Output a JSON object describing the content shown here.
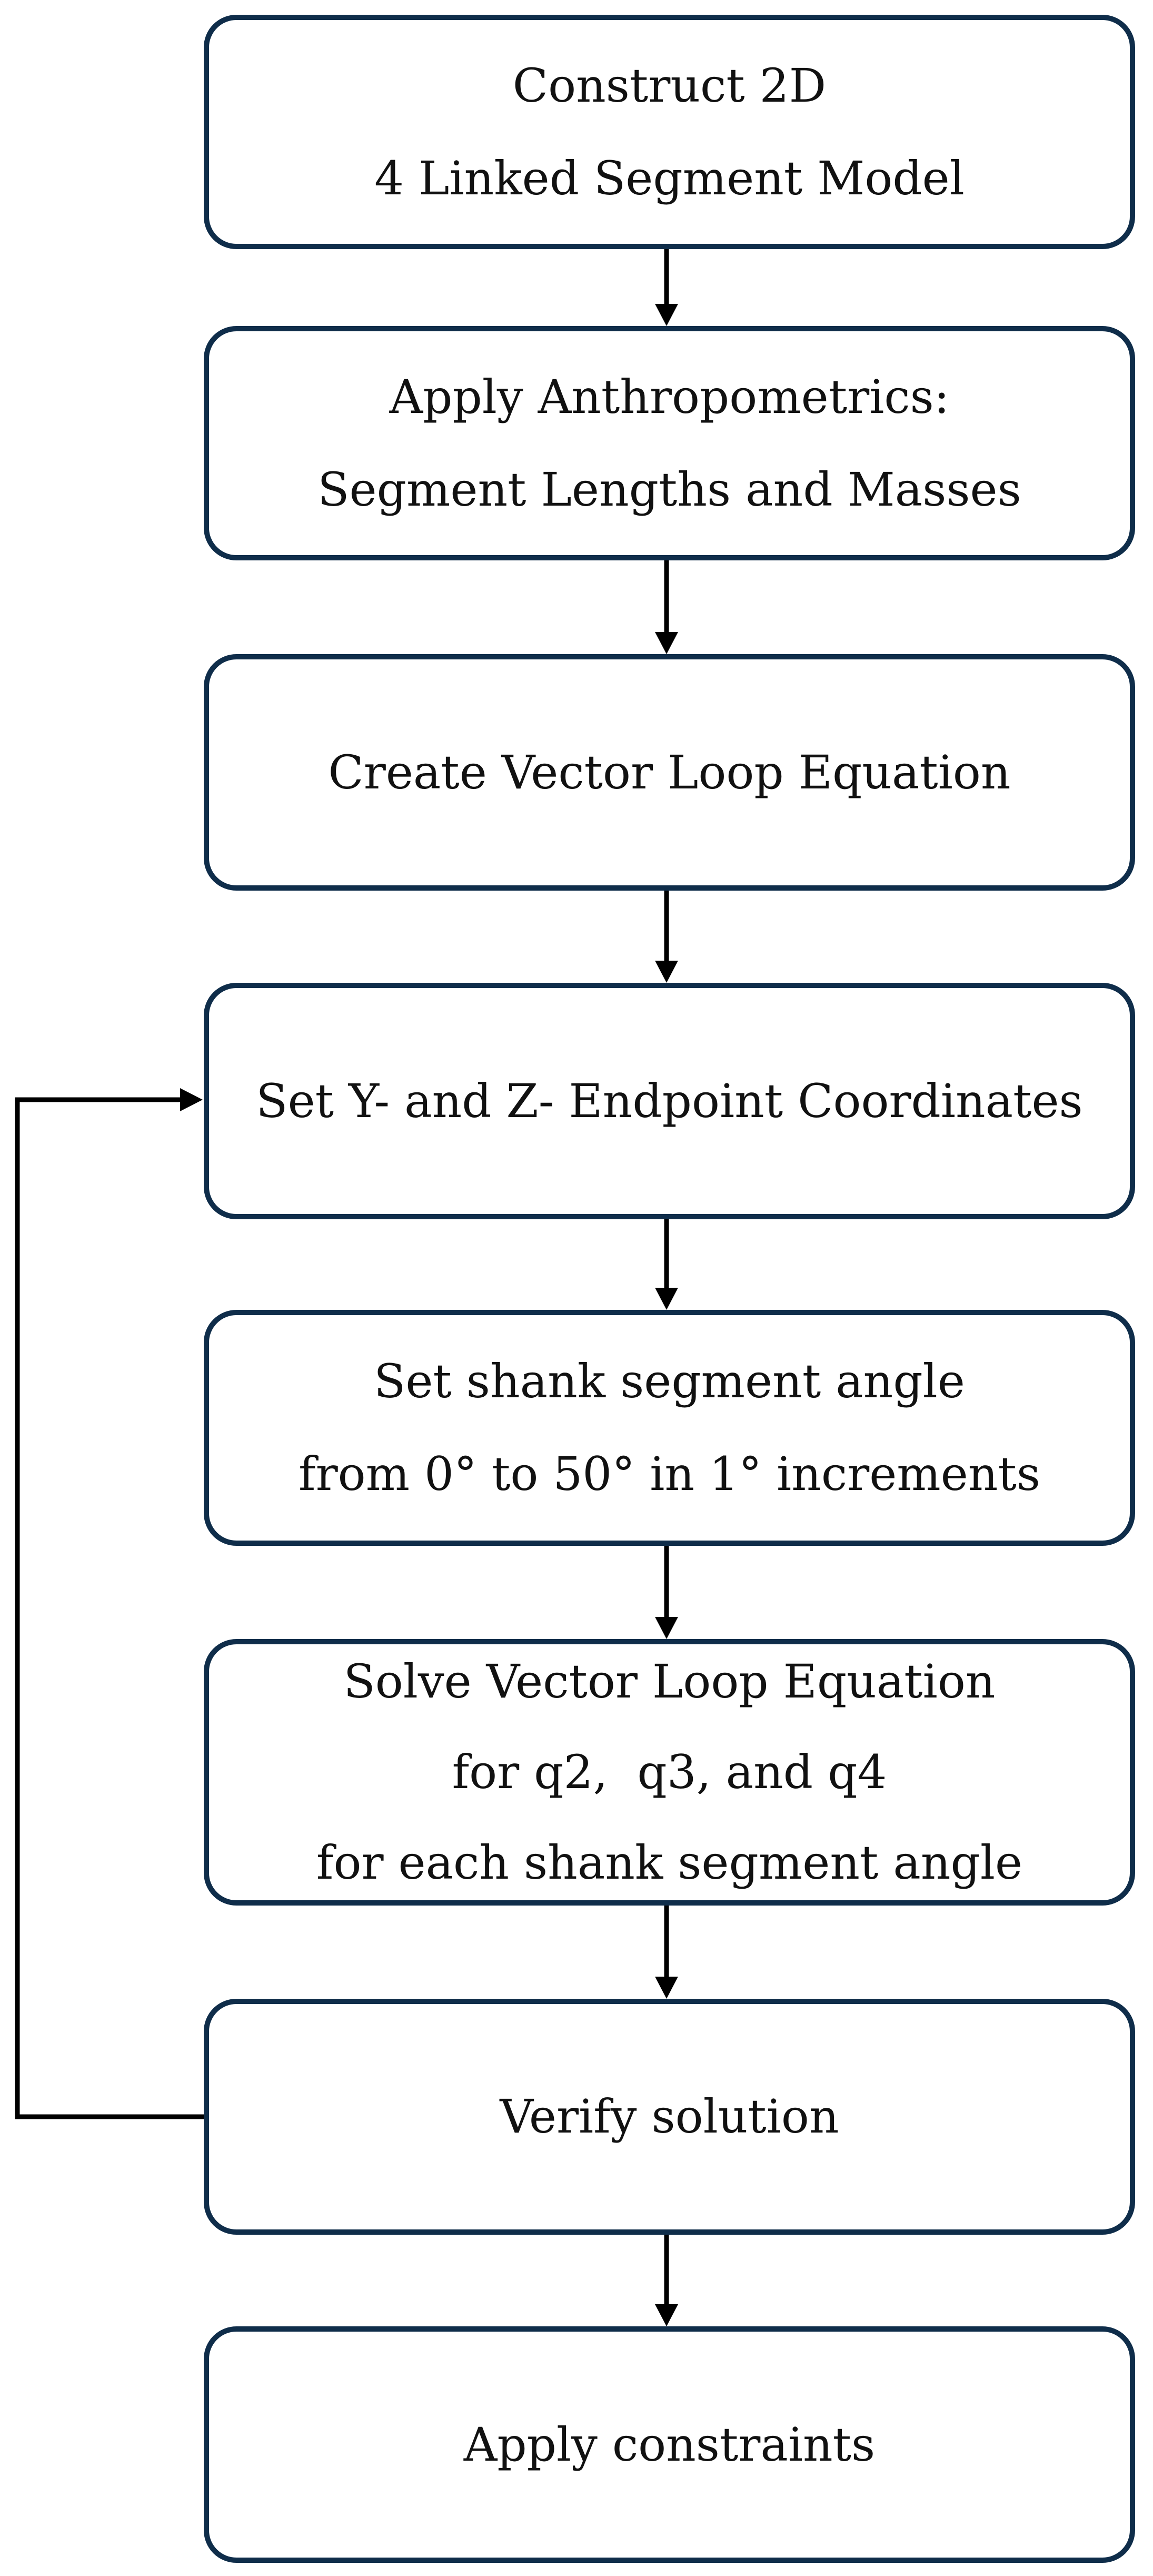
{
  "steps": [
    {
      "lines": [
        "Construct 2D",
        "4 Linked Segment Model"
      ]
    },
    {
      "lines": [
        "Apply Anthropometrics:",
        "Segment Lengths and Masses"
      ]
    },
    {
      "lines": [
        "Create Vector Loop Equation"
      ]
    },
    {
      "lines": [
        "Set Y- and Z- Endpoint Coordinates"
      ]
    },
    {
      "lines": [
        "Set shank segment angle",
        "from 0° to 50° in 1° increments"
      ]
    },
    {
      "lines": [
        "Solve Vector Loop Equation",
        "for q2,  q3, and q4",
        "for each shank segment angle"
      ]
    },
    {
      "lines": [
        "Verify solution"
      ]
    },
    {
      "lines": [
        "Apply constraints"
      ]
    }
  ],
  "colors": {
    "box_border": "#0f2d4a",
    "arrow": "#000000",
    "text": "#111111"
  }
}
